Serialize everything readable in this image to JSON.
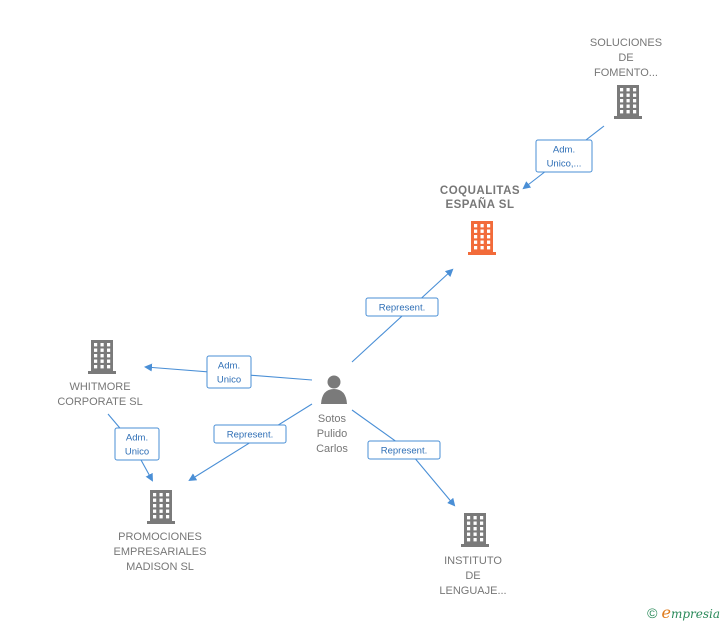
{
  "colors": {
    "edge": "#4a8fd6",
    "building": "#7a7a7a",
    "building_main": "#f26b3a",
    "person": "#7a7a7a"
  },
  "nodes": [
    {
      "id": "soluciones",
      "type": "company",
      "lines": [
        "SOLUCIONES",
        "DE",
        "FOMENTO..."
      ],
      "icon": "building-icon"
    },
    {
      "id": "coqualitas",
      "type": "company",
      "main": true,
      "lines": [
        "COQUALITAS",
        "ESPAÑA  SL"
      ],
      "icon": "building-icon"
    },
    {
      "id": "whitmore",
      "type": "company",
      "lines": [
        "WHITMORE",
        "CORPORATE SL"
      ],
      "icon": "building-icon"
    },
    {
      "id": "promociones",
      "type": "company",
      "lines": [
        "PROMOCIONES",
        "EMPRESARIALES",
        "MADISON SL"
      ],
      "icon": "building-icon"
    },
    {
      "id": "instituto",
      "type": "company",
      "lines": [
        "INSTITUTO",
        "DE",
        "LENGUAJE..."
      ],
      "icon": "building-icon"
    },
    {
      "id": "sotos",
      "type": "person",
      "lines": [
        "Sotos",
        "Pulido",
        "Carlos"
      ],
      "icon": "person-icon"
    }
  ],
  "edges": [
    {
      "from": "soluciones",
      "to": "coqualitas",
      "label": [
        "Adm.",
        "Unico,..."
      ]
    },
    {
      "from": "sotos",
      "to": "coqualitas",
      "label": [
        "Represent."
      ]
    },
    {
      "from": "sotos",
      "to": "whitmore",
      "label": [
        "Adm.",
        "Unico"
      ]
    },
    {
      "from": "sotos",
      "to": "promociones",
      "label": [
        "Represent."
      ]
    },
    {
      "from": "sotos",
      "to": "instituto",
      "label": [
        "Represent."
      ]
    },
    {
      "from": "whitmore",
      "to": "promociones",
      "label": [
        "Adm.",
        "Unico"
      ]
    }
  ],
  "watermark": {
    "copyright": "©",
    "brand_initial": "e",
    "brand_rest": "mpresia"
  }
}
